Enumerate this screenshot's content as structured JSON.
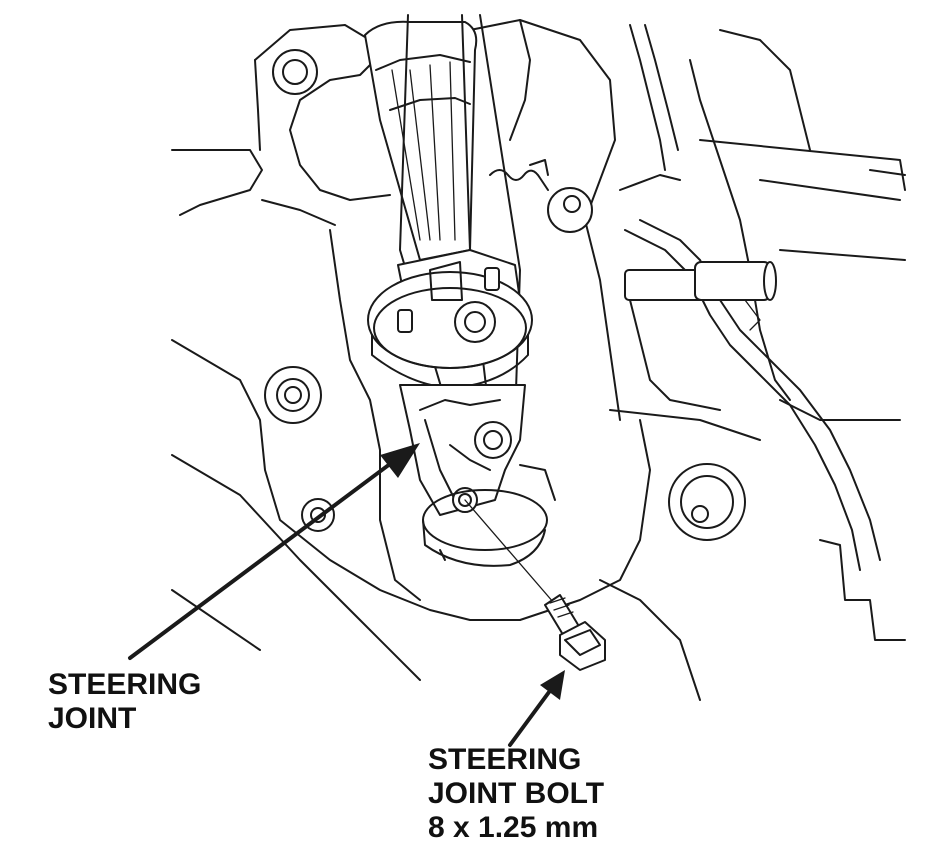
{
  "labels": {
    "steering_joint": [
      "STEERING",
      "JOINT"
    ],
    "steering_joint_bolt": [
      "STEERING",
      "JOINT BOLT",
      "8 x 1.25 mm"
    ]
  },
  "colors": {
    "line": "#1a1a1a",
    "background": "#ffffff"
  }
}
